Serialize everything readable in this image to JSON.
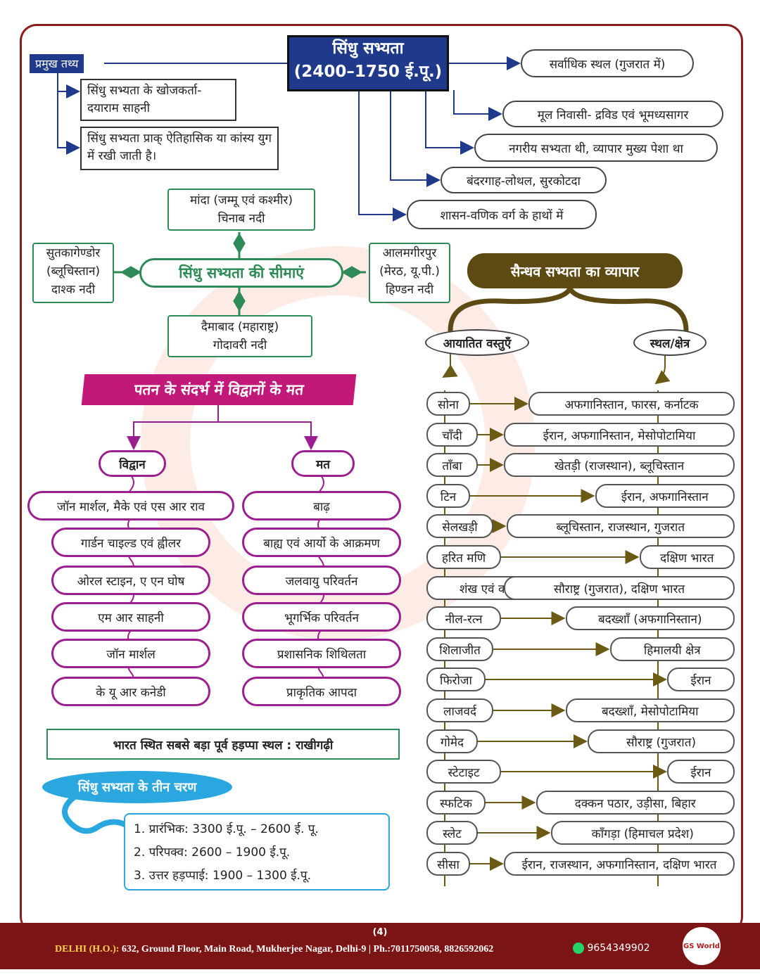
{
  "title": {
    "line1": "सिंधु सभ्यता",
    "line2": "(2400–1750 ई.पू.)"
  },
  "facts": {
    "label": "प्रमुख तथ्य",
    "fact1": "सिंधु सभ्यता के खोजकर्ता- दयाराम साहनी",
    "fact2": "सिंधु सभ्यता प्राक् ऐतिहासिक या कांस्य युग में रखी जाती है।"
  },
  "right_facts": [
    "सर्वाधिक स्थल (गुजरात में)",
    "मूल निवासी- द्रविड एवं भूमध्यसागर",
    "नगरीय सभ्यता थी, व्यापार मुख्य पेशा था",
    "बंदरगाह-लोथल, सुरकोटदा",
    "शासन-वणिक वर्ग के हाथों में"
  ],
  "boundaries": {
    "title": "सिंधु सभ्यता की सीमाएं",
    "north": {
      "line1": "मांदा (जम्मू एवं कश्मीर)",
      "line2": "चिनाब नदी"
    },
    "west": {
      "line1": "सुतकागेण्डोर",
      "line2": "(ब्लूचिस्तान)",
      "line3": "दाश्क नदी"
    },
    "east": {
      "line1": "आलमगीरपुर",
      "line2": "(मेरठ, यू.पी.)",
      "line3": "हिण्डन नदी"
    },
    "south": {
      "line1": "दैमाबाद (महाराष्ट्र)",
      "line2": "गोदावरी नदी"
    }
  },
  "decline": {
    "title": "पतन के संदर्भ में विद्वानों के मत",
    "scholar_head": "विद्वान",
    "opinion_head": "मत",
    "scholars": [
      "जॉन मार्शल, मैके एवं एस आर राव",
      "गार्डन चाइल्ड एवं ह्वीलर",
      "ओरल स्टाइन, ए एन घोष",
      "एम आर साहनी",
      "जॉन मार्शल",
      "के यू आर कनेडी"
    ],
    "opinions": [
      "बाढ़",
      "बाह्य एवं आर्यो के आक्रमण",
      "जलवायु परिवर्तन",
      "भूगर्भिक परिवर्तन",
      "प्रशासनिक शिथिलता",
      "प्राकृतिक आपदा"
    ]
  },
  "largest_site": "भारत स्थित सबसे बड़ा पूर्व हड़प्पा स्थल : राखीगढ़ी",
  "phases": {
    "title": "सिंधु सभ्यता के तीन चरण",
    "items": [
      "1.  प्रारंभिक: 3300 ई.पू. – 2600 ई. पू.",
      "2.  परिपक्व: 2600 – 1900 ई.पू.",
      "3.  उत्तर हड़प्पाई: 1900 – 1300 ई.पू."
    ]
  },
  "trade": {
    "title": "सैन्धव सभ्यता का व्यापार",
    "imports_head": "आयातित वस्तुएँ",
    "places_head": "स्थल/क्षेत्र",
    "rows": [
      {
        "item": "सोना",
        "place": "अफगानिस्तान, फारस, कर्नाटक"
      },
      {
        "item": "चाँदी",
        "place": "ईरान, अफगानिस्तान, मेसोपोटामिया"
      },
      {
        "item": "ताँबा",
        "place": "खेतड़ी (राजस्थान), ब्लूचिस्तान"
      },
      {
        "item": "टिन",
        "place": "ईरान, अफगानिस्तान"
      },
      {
        "item": "सेलखड़ी",
        "place": "ब्लूचिस्तान, राजस्थान, गुजरात"
      },
      {
        "item": "हरित मणि",
        "place": "दक्षिण भारत"
      },
      {
        "item": "शंख एवं कौड़ियाँ",
        "place": "सौराष्ट्र (गुजरात), दक्षिण भारत"
      },
      {
        "item": "नील-रत्न",
        "place": "बदख्शाँ (अफगानिस्तान)"
      },
      {
        "item": "शिलाजीत",
        "place": "हिमालयी क्षेत्र"
      },
      {
        "item": "फिरोजा",
        "place": "ईरान"
      },
      {
        "item": "लाजवर्द",
        "place": "बदख्शाँ, मेसोपोटामिया"
      },
      {
        "item": "गोमेद",
        "place": "सौराष्ट्र (गुजरात)"
      },
      {
        "item": "स्टेटाइट",
        "place": "ईरान"
      },
      {
        "item": "स्फटिक",
        "place": "दक्कन पठार, उड़ीसा, बिहार"
      },
      {
        "item": "स्लेट",
        "place": "काँगड़ा (हिमाचल प्रदेश)"
      },
      {
        "item": "सीसा",
        "place": "ईरान, राजस्थान, अफगानिस्तान, दक्षिण भारत"
      }
    ]
  },
  "footer": {
    "page": "(4)",
    "address_label": "DELHI (H.O.):",
    "address": "632, Ground Floor, Main Road, Mukherjee Nagar, Delhi-9 | Ph.:7011750058, 8826592062",
    "whatsapp": "9654349902",
    "logo": "GS World"
  },
  "colors": {
    "navy": "#1f3a8a",
    "magenta": "#c2187a",
    "olive": "#5c4a12",
    "green": "#2e8b57",
    "maroon": "#7b1414"
  }
}
